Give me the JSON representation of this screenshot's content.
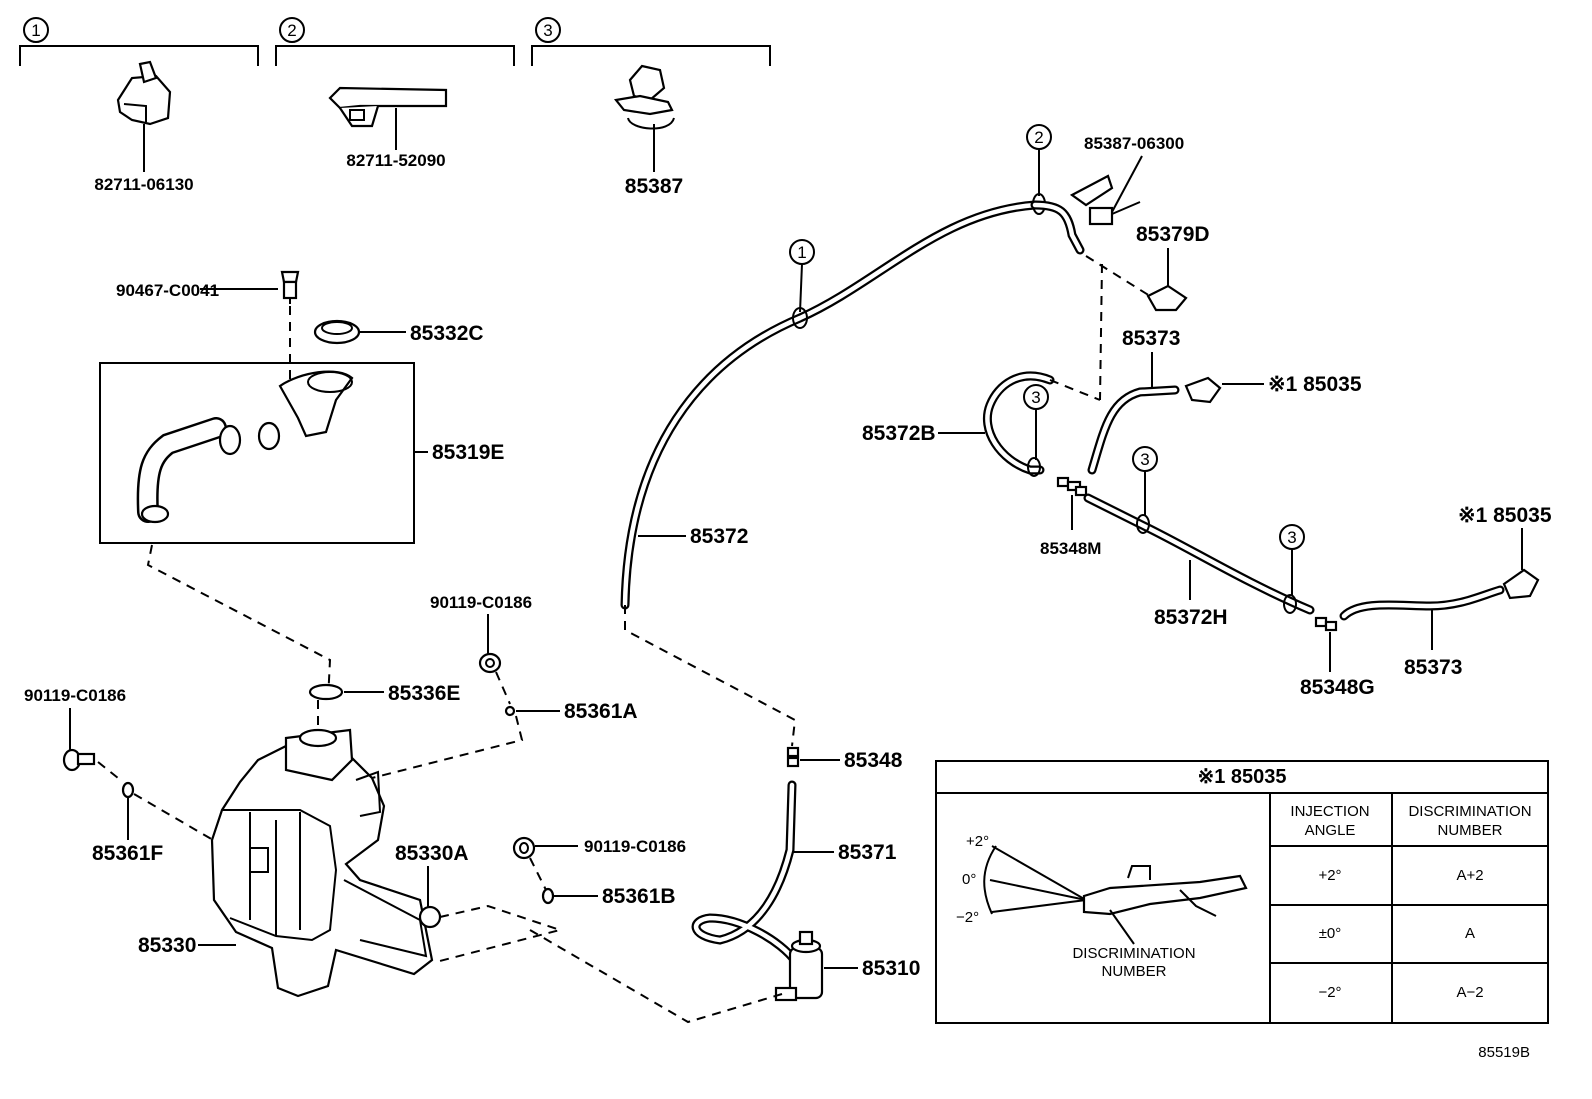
{
  "clamp_groups": [
    {
      "num": "1",
      "part": "82711-06130"
    },
    {
      "num": "2",
      "part": "82711-52090"
    },
    {
      "num": "3",
      "part": "85387"
    }
  ],
  "parts": {
    "p90467": "90467-C0041",
    "p85332c": "85332C",
    "p85319e": "85319E",
    "p85336e": "85336E",
    "p90119a": "90119-C0186",
    "p85361a": "85361A",
    "p90119b": "90119-C0186",
    "p85361f": "85361F",
    "p85330a": "85330A",
    "p90119c": "90119-C0186",
    "p85361b": "85361B",
    "p85330": "85330",
    "p85372": "85372",
    "p85348": "85348",
    "p85371": "85371",
    "p85310": "85310",
    "p85387_06300": "85387-06300",
    "p85379d": "85379D",
    "p85373a": "85373",
    "p85035a": "※1 85035",
    "p85372b": "85372B",
    "p85348m": "85348M",
    "p85372h": "85372H",
    "p85035b": "※1 85035",
    "p85348g": "85348G",
    "p85373b": "85373"
  },
  "callouts": {
    "c1": "1",
    "c2": "2",
    "c3a": "3",
    "c3b": "3",
    "c3c": "3"
  },
  "table": {
    "title": "※1 85035",
    "col_angle_l1": "INJECTION",
    "col_angle_l2": "ANGLE",
    "col_disc_l1": "DISCRIMINATION",
    "col_disc_l2": "NUMBER",
    "rows": [
      {
        "angle": "+2°",
        "disc": "A+2"
      },
      {
        "angle": "±0°",
        "disc": "A"
      },
      {
        "angle": "−2°",
        "disc": "A−2"
      }
    ],
    "fig_plus": "+2°",
    "fig_zero": "0°",
    "fig_minus": "−2°",
    "fig_label_l1": "DISCRIMINATION",
    "fig_label_l2": "NUMBER"
  },
  "figure_id": "85519B"
}
